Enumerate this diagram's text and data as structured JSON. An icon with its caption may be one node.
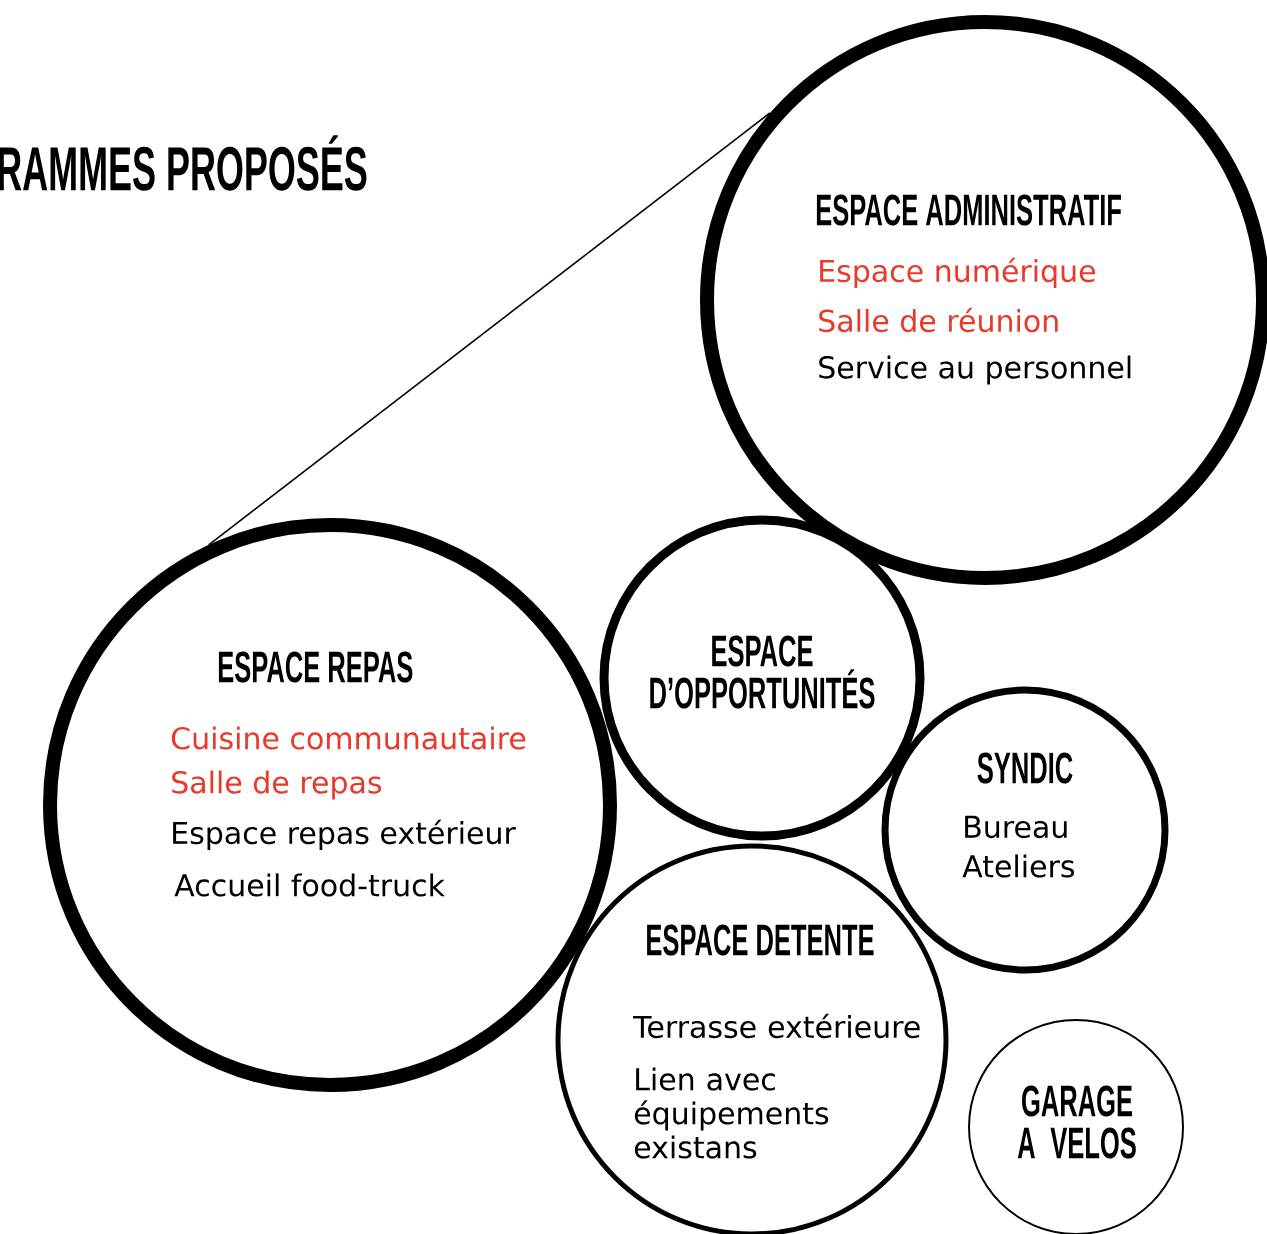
{
  "diagram": {
    "title": "RAMMES PROPOSÉS",
    "nodes": [
      {
        "text": [
          "ESPACE ADMINISTRATIF",
          "Espace numérique",
          "Salle de réunion",
          "Service au personnel"
        ]
      },
      {
        "text": [
          "ESPACE REPAS",
          "Cuisine communautaire",
          "Salle de repas",
          "Espace repas extérieur",
          "Accueil food-truck"
        ]
      },
      {
        "text": [
          "ESPACE D’OPPORTUNITÉS"
        ]
      },
      {
        "text": [
          "SYNDIC",
          "Bureau",
          "Ateliers"
        ]
      },
      {
        "text": [
          "ESPACE DETENTE",
          "Terrasse extérieure",
          "Lien avec équipements existans"
        ]
      },
      {
        "text": [
          "GARAGE A VELOS"
        ]
      }
    ],
    "edges": [
      {
        "from": 1,
        "to": 0,
        "arrow": "none"
      }
    ]
  }
}
